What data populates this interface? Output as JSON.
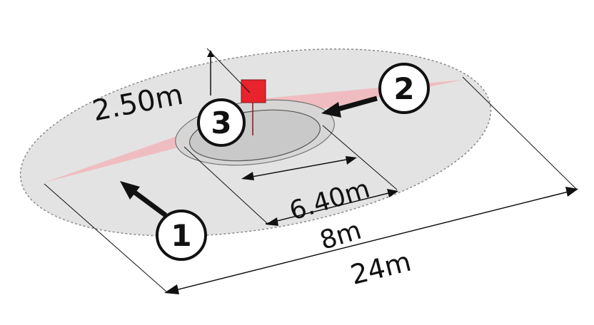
{
  "dimensions": {
    "height": "2.50m",
    "inner_diameter": "6.40m",
    "mid_diameter": "8m",
    "outer_diameter": "24m"
  },
  "callouts": {
    "c1": "1",
    "c2": "2",
    "c3": "3"
  },
  "colors": {
    "outer_zone": "#e3e3e3",
    "beam": "#f0b8bc",
    "sensor": "#e8232c",
    "inner_disc": "#c9c9c9",
    "line": "#111111"
  }
}
